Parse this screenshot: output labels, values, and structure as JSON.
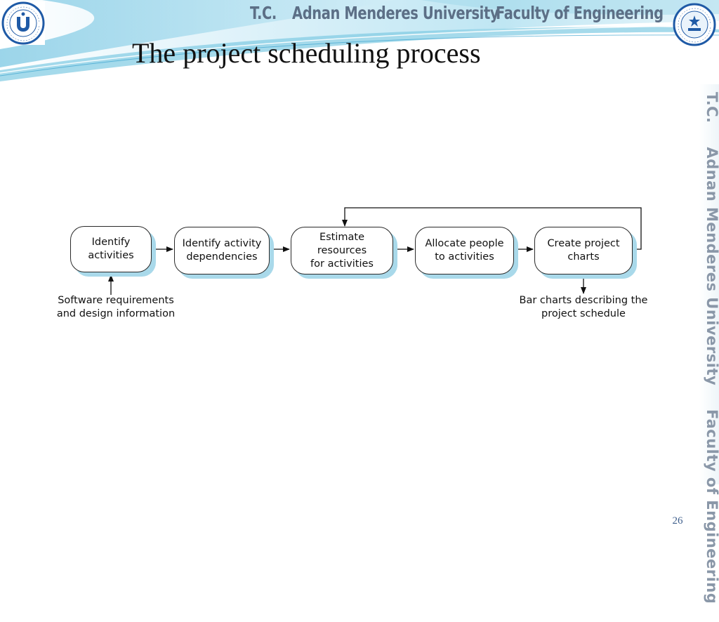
{
  "header": {
    "tc": "T.C.",
    "university": "Adnan Menderes University",
    "faculty": "Faculty of Engineering",
    "side_tc": "T.C.",
    "side_university": "Adnan Menderes University",
    "side_faculty": "Faculty of Engineering",
    "left_logo_text": "ADNAN MENDERES ÜNİVERSİTESİ 1992",
    "right_logo_text": "ADNAN MENDERES UNIVERSITY ENGINEERING FACULTY 2003"
  },
  "title": "The project scheduling process",
  "diagram": {
    "nodes": [
      {
        "label_line1": "Identify",
        "label_line2": "activities"
      },
      {
        "label_line1": "Identify activity",
        "label_line2": "dependencies"
      },
      {
        "label_line1": "Estimate resources",
        "label_line2": "for activities"
      },
      {
        "label_line1": "Allocate people",
        "label_line2": "to activities"
      },
      {
        "label_line1": "Create project",
        "label_line2": "charts"
      }
    ],
    "input_note": {
      "line1": "Software requirements",
      "line2": "and design information"
    },
    "output_note": {
      "line1": "Bar charts describing the",
      "line2": "project schedule"
    }
  },
  "page_number": "26",
  "colors": {
    "header_text": "#5c6f86",
    "banner_light": "#d9f0f8",
    "banner_mid": "#7fcbe3",
    "banner_dark": "#2c9bc9",
    "node_shadow": "#a9d9ea",
    "page_number": "#3f5f8c",
    "logo_blue": "#1f5aa6"
  }
}
